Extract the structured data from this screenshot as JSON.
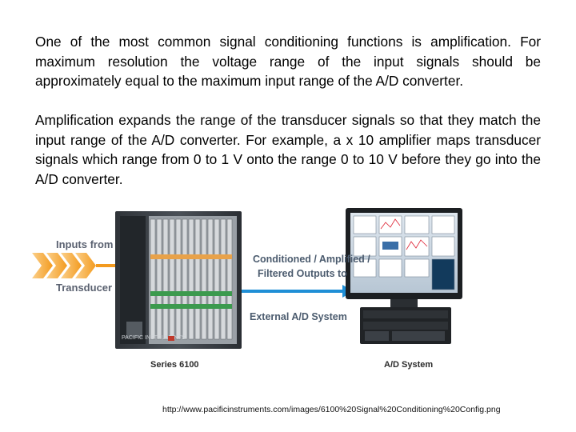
{
  "text": {
    "paragraph1": "One of the most common signal conditioning functions is amplification. For maximum resolution the voltage range of the input signals should be approximately equal to the maximum input range of the A/D converter.",
    "paragraph2": "Amplification expands the range of the transducer signals so that they match the input range of the A/D converter. For example, a x 10 amplifier maps transducer signals which range from 0 to 1 V onto the range 0 to 10 V before they go into the A/D converter."
  },
  "figure": {
    "inputs_label_line1": "Inputs from",
    "inputs_label_line2": "Transducer",
    "outputs_label_line1": "Conditioned / Amplified /",
    "outputs_label_line2": "Filtered Outputs to",
    "external_label": "External A/D System",
    "rack_caption": "Series 6100",
    "system_caption": "A/D System",
    "brand_text": "PACIFIC INSTRUMENTS",
    "colors": {
      "orange": "#f39a1e",
      "blue": "#1f8fd6",
      "rack_dark": "#3a3f45",
      "rack_panel": "#b8bcc0"
    }
  },
  "source_url": "http://www.pacificinstruments.com/images/6100%20Signal%20Conditioning%20Config.png"
}
